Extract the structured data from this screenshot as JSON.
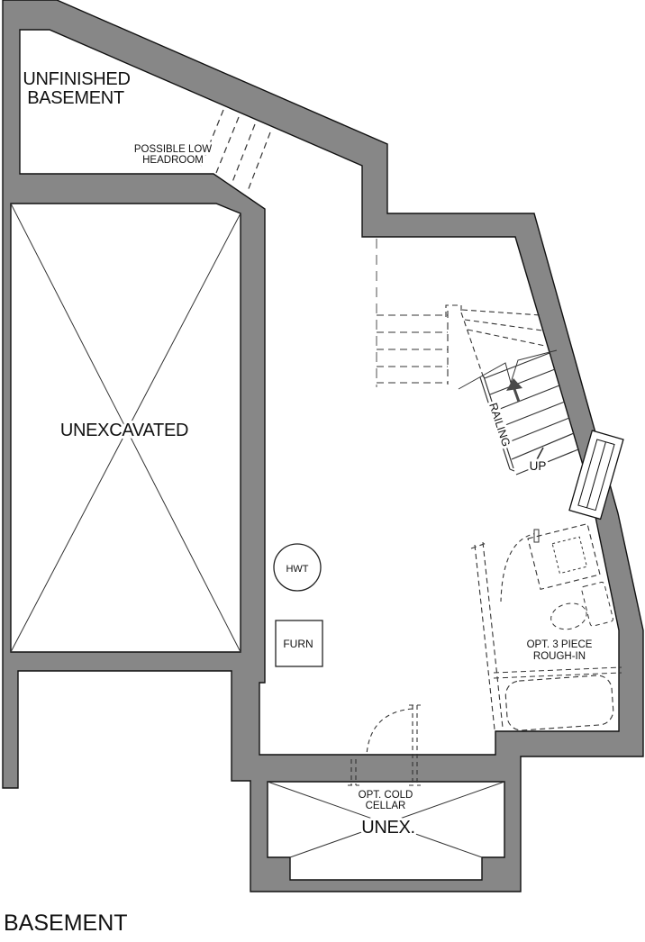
{
  "title": "BASEMENT",
  "colors": {
    "wall_fill": "#878787",
    "outline": "#111111",
    "detail_line": "#333333",
    "background": "#ffffff"
  },
  "rooms": {
    "unfinished_basement": {
      "line1": "UNFINISHED",
      "line2": "BASEMENT"
    },
    "low_headroom": {
      "line1": "POSSIBLE LOW",
      "line2": "HEADROOM"
    },
    "unexcavated": {
      "label": "UNEXCAVATED"
    },
    "bathroom": {
      "line1": "OPT. 3 PIECE",
      "line2": "ROUGH-IN"
    },
    "cold_cellar": {
      "line1": "OPT. COLD",
      "line2": "CELLAR",
      "unex": "UNEX."
    }
  },
  "equipment": {
    "hwt": "HWT",
    "furnace": "FURN"
  },
  "stairs": {
    "railing": "RAILING",
    "up": "UP"
  }
}
